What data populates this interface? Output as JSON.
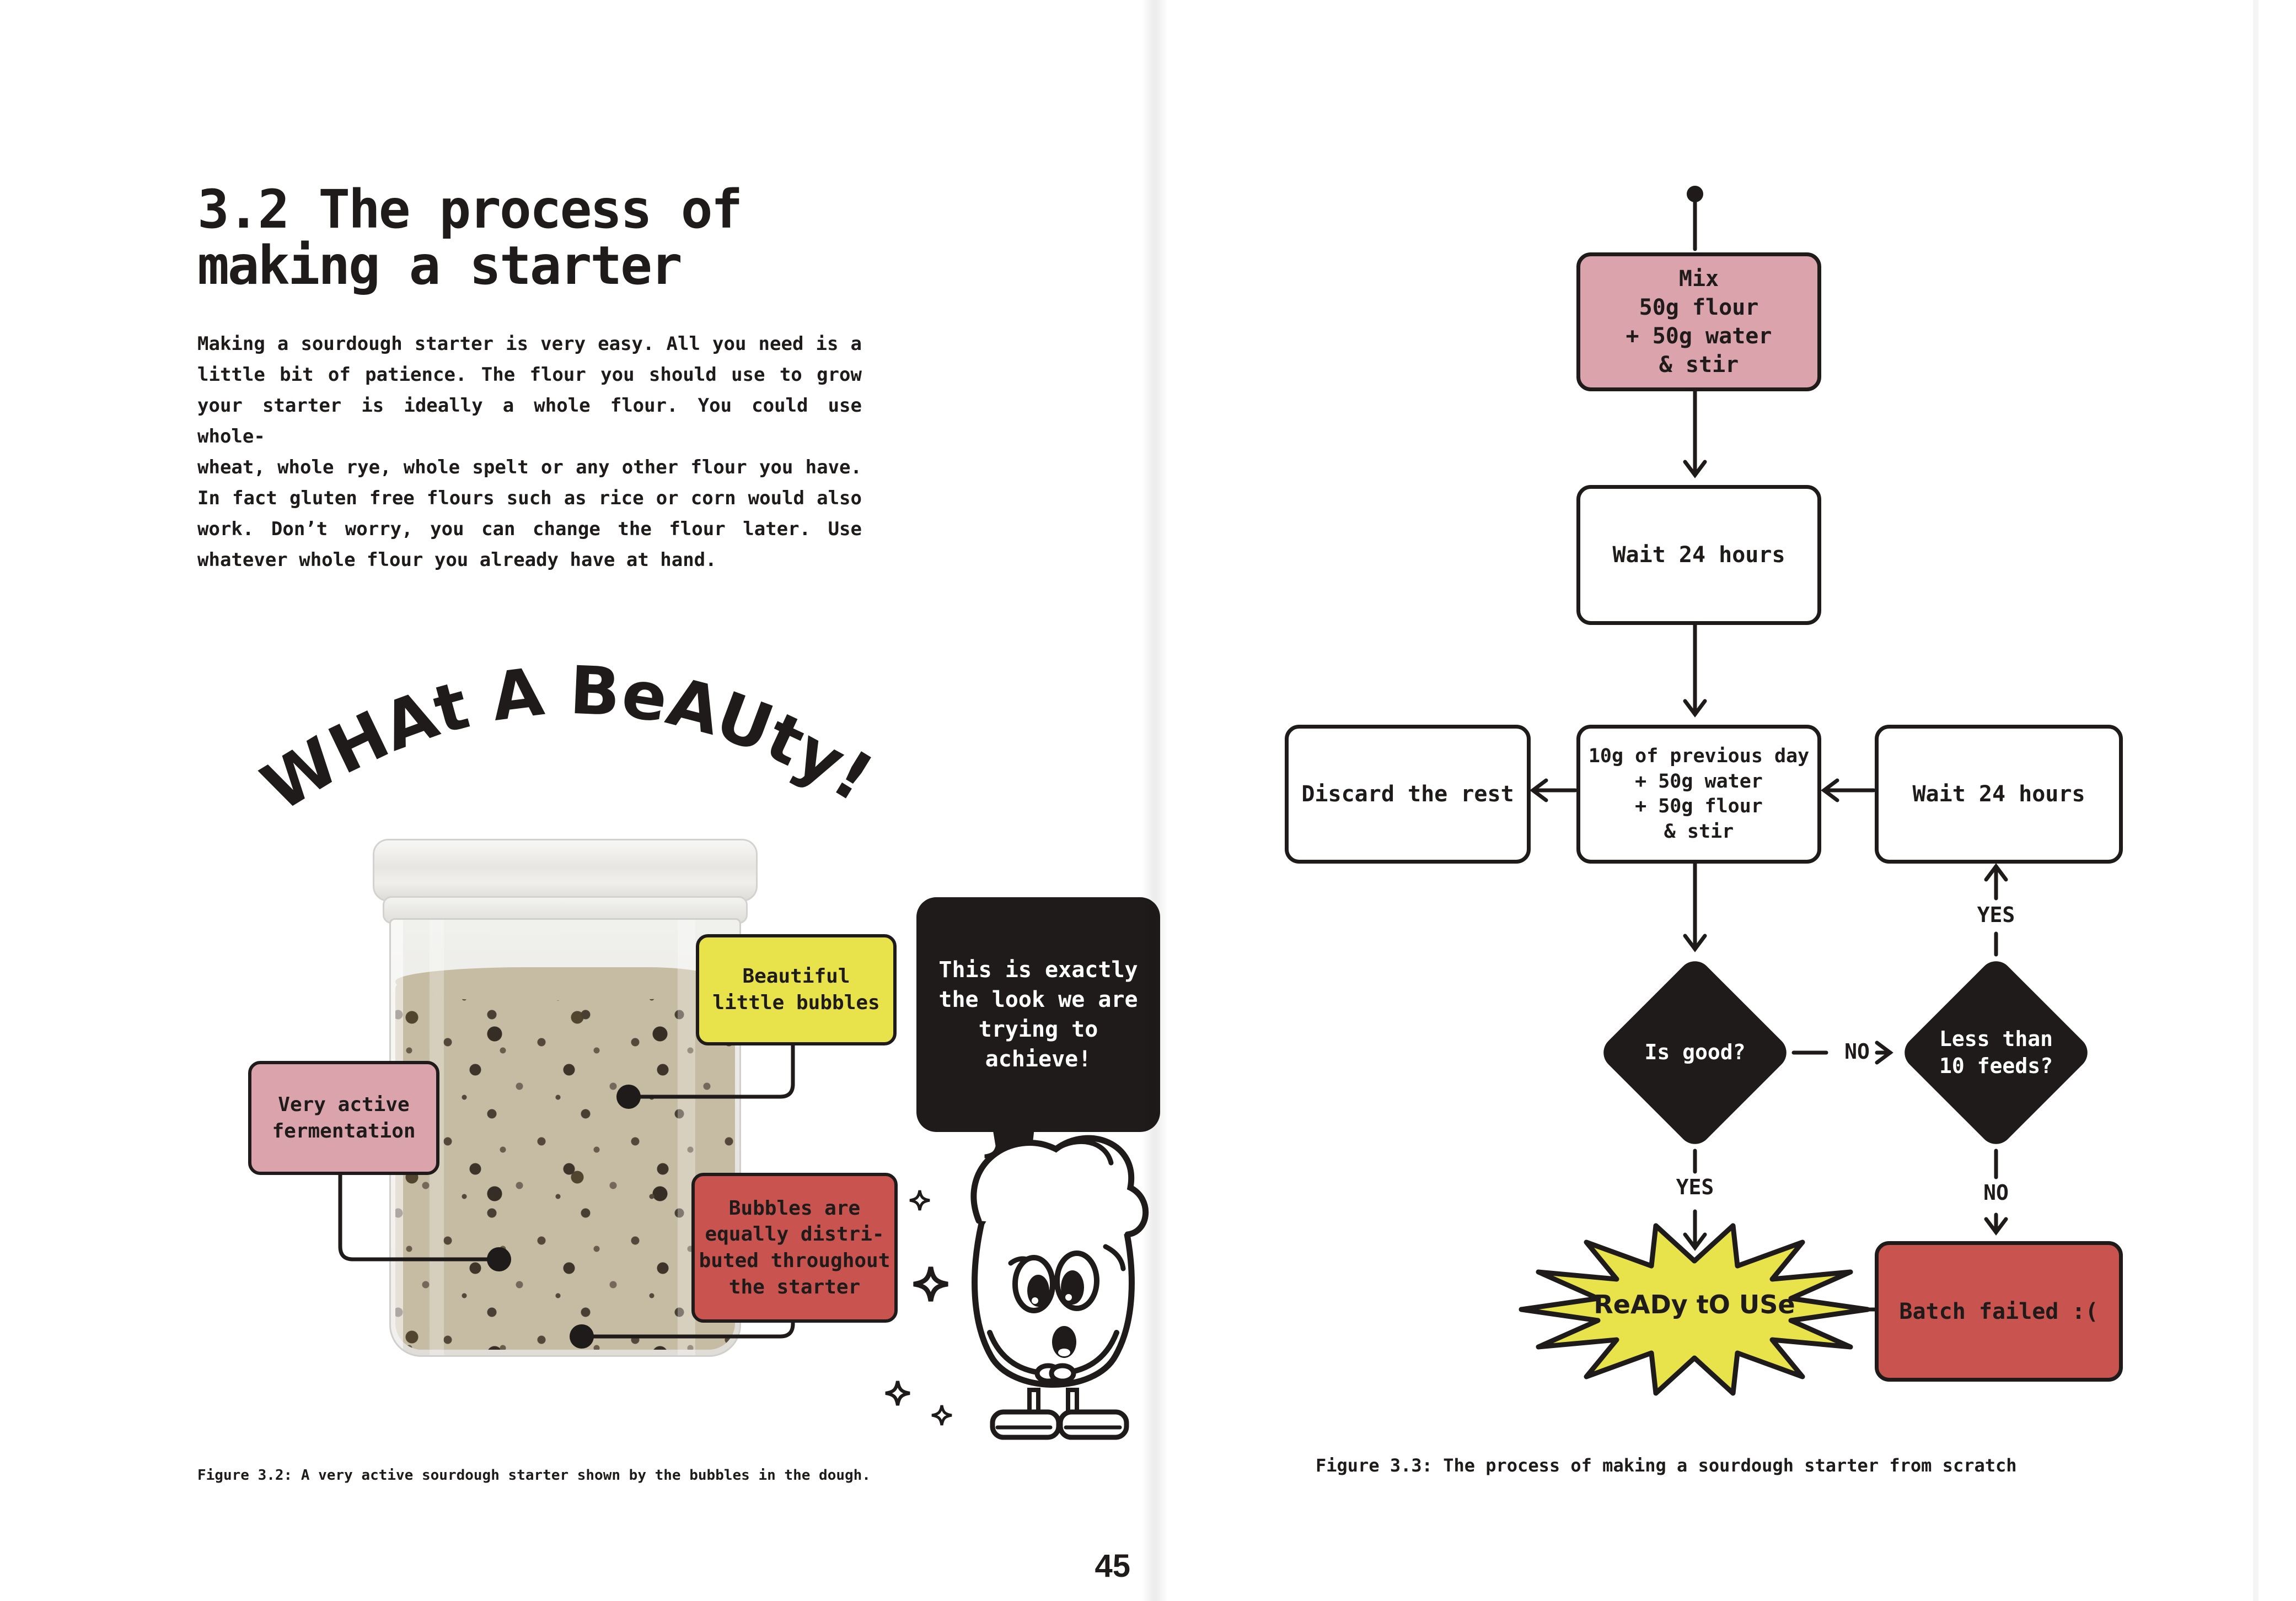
{
  "colors": {
    "ink": "#1e1b1a",
    "pink": "#dba4ac",
    "yellow": "#e8e34b",
    "red": "#c9544f",
    "paper": "#ffffff"
  },
  "left_page": {
    "title_lines": [
      "3.2 The process of",
      "making a starter"
    ],
    "body_lines": [
      "Making a sourdough starter is very easy. All you need is a",
      "little bit of patience. The flour you should use to grow",
      "your starter is ideally a whole flour. You could use whole-",
      "wheat, whole rye, whole spelt or any other flour you have.",
      "In fact gluten free flours such as rice or corn would also",
      "work. Don’t worry, you can change the flour later. Use",
      "whatever whole flour you already have at hand."
    ],
    "arc_headline": "WHAt A BeAUty!",
    "annotations": {
      "pink_label": [
        "Very active",
        "fermentation"
      ],
      "yellow_label": [
        "Beautiful",
        "little bubbles"
      ],
      "red_label": [
        "Bubbles are",
        "equally distri-",
        "buted throughout",
        "the starter"
      ],
      "speech_bubble": [
        "This is exactly",
        "the look we are",
        "trying to",
        "achieve!"
      ]
    },
    "caption": "Figure 3.2: A very active sourdough starter shown by the bubbles in the dough.",
    "page_number": "45"
  },
  "right_page": {
    "flowchart": {
      "mix_box": [
        "Mix",
        "50g flour",
        "+ 50g water",
        "& stir"
      ],
      "wait_box_1": "Wait 24 hours",
      "discard_box": "Discard the rest",
      "feed_box": [
        "10g of previous day",
        "+ 50g water",
        "+ 50g flour",
        "& stir"
      ],
      "wait_box_2": "Wait 24 hours",
      "decision_is_good": "Is good?",
      "decision_less_than": [
        "Less than",
        "10 feeds?"
      ],
      "label_no_mid": "NO",
      "label_yes_up": "YES",
      "label_yes_down": "YES",
      "label_no_down": "NO",
      "ready_burst": "ReADy tO USe",
      "failed_box": "Batch failed :("
    },
    "caption": "Figure 3.3: The process of making a sourdough starter from scratch"
  }
}
